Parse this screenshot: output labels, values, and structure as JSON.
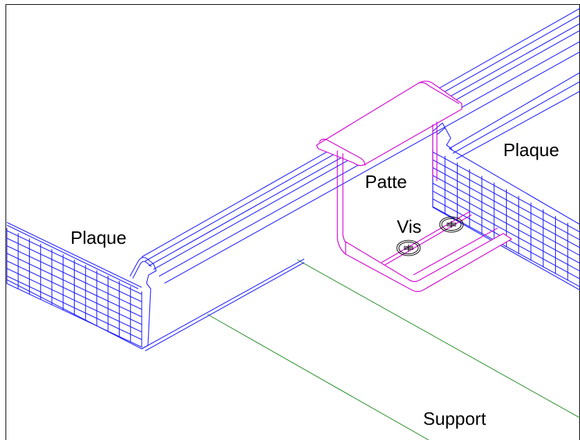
{
  "labels": {
    "plaque_left": "Plaque",
    "plaque_right": "Plaque",
    "patte": "Patte",
    "vis": "Vis",
    "support": "Support"
  },
  "colors": {
    "plaque": "#1a1aff",
    "patte": "#d100d1",
    "support": "#1d8a1d",
    "screw": "#000000",
    "background": "#ffffff"
  }
}
